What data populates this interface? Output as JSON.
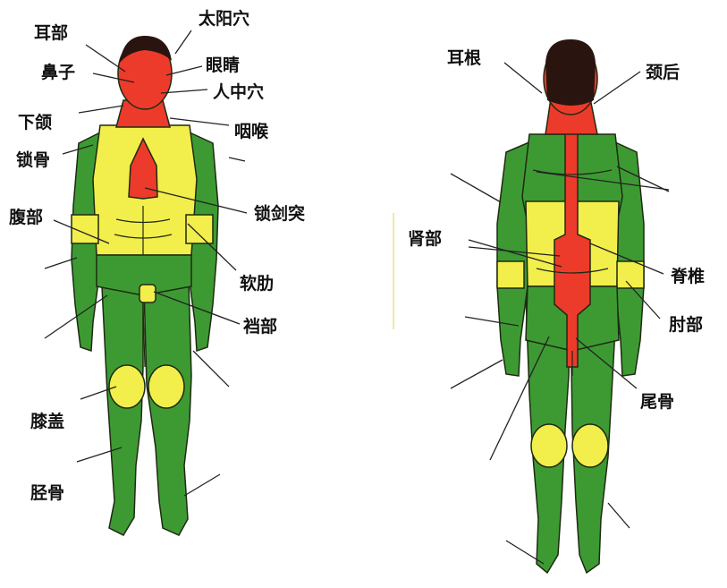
{
  "colors": {
    "zone_high": "#ec3b2b",
    "zone_mid": "#f2ee4c",
    "zone_low": "#3d9a33",
    "outline": "#1e2a12",
    "hair": "#2a1410",
    "leader": "#222222"
  },
  "front_labels": {
    "ear": "耳部",
    "temple": "太阳穴",
    "nose": "鼻子",
    "eyes": "眼睛",
    "philtrum": "人中穴",
    "jaw": "下颌",
    "throat": "咽喉",
    "collarbone": "锁骨",
    "xiphoid": "锁剑突",
    "abdomen": "腹部",
    "ribs": "软肋",
    "groin": "裆部",
    "knee": "膝盖",
    "shin": "胫骨"
  },
  "back_labels": {
    "ear_root": "耳根",
    "nape": "颈后",
    "kidney": "肾部",
    "spine": "脊椎",
    "elbow": "肘部",
    "coccyx": "尾骨"
  }
}
